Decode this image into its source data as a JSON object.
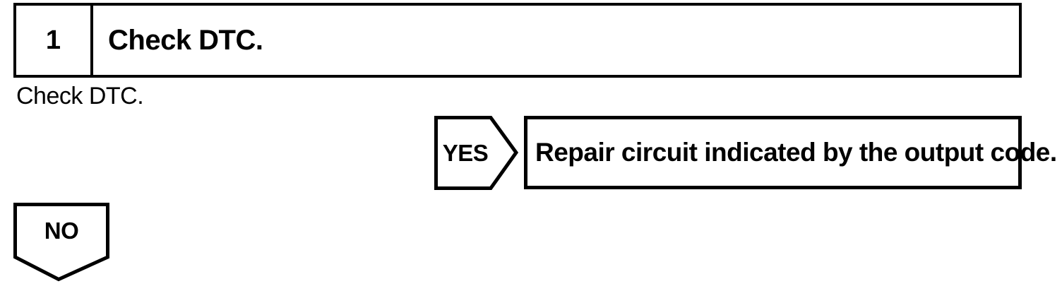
{
  "colors": {
    "ink": "#000000",
    "paper": "#ffffff"
  },
  "flowchart": {
    "step": {
      "number": "1",
      "title": "Check DTC."
    },
    "instruction": "Check DTC.",
    "yes_branch": {
      "label": "YES",
      "action": "Repair circuit indicated by the output code."
    },
    "no_branch": {
      "label": "NO"
    }
  }
}
